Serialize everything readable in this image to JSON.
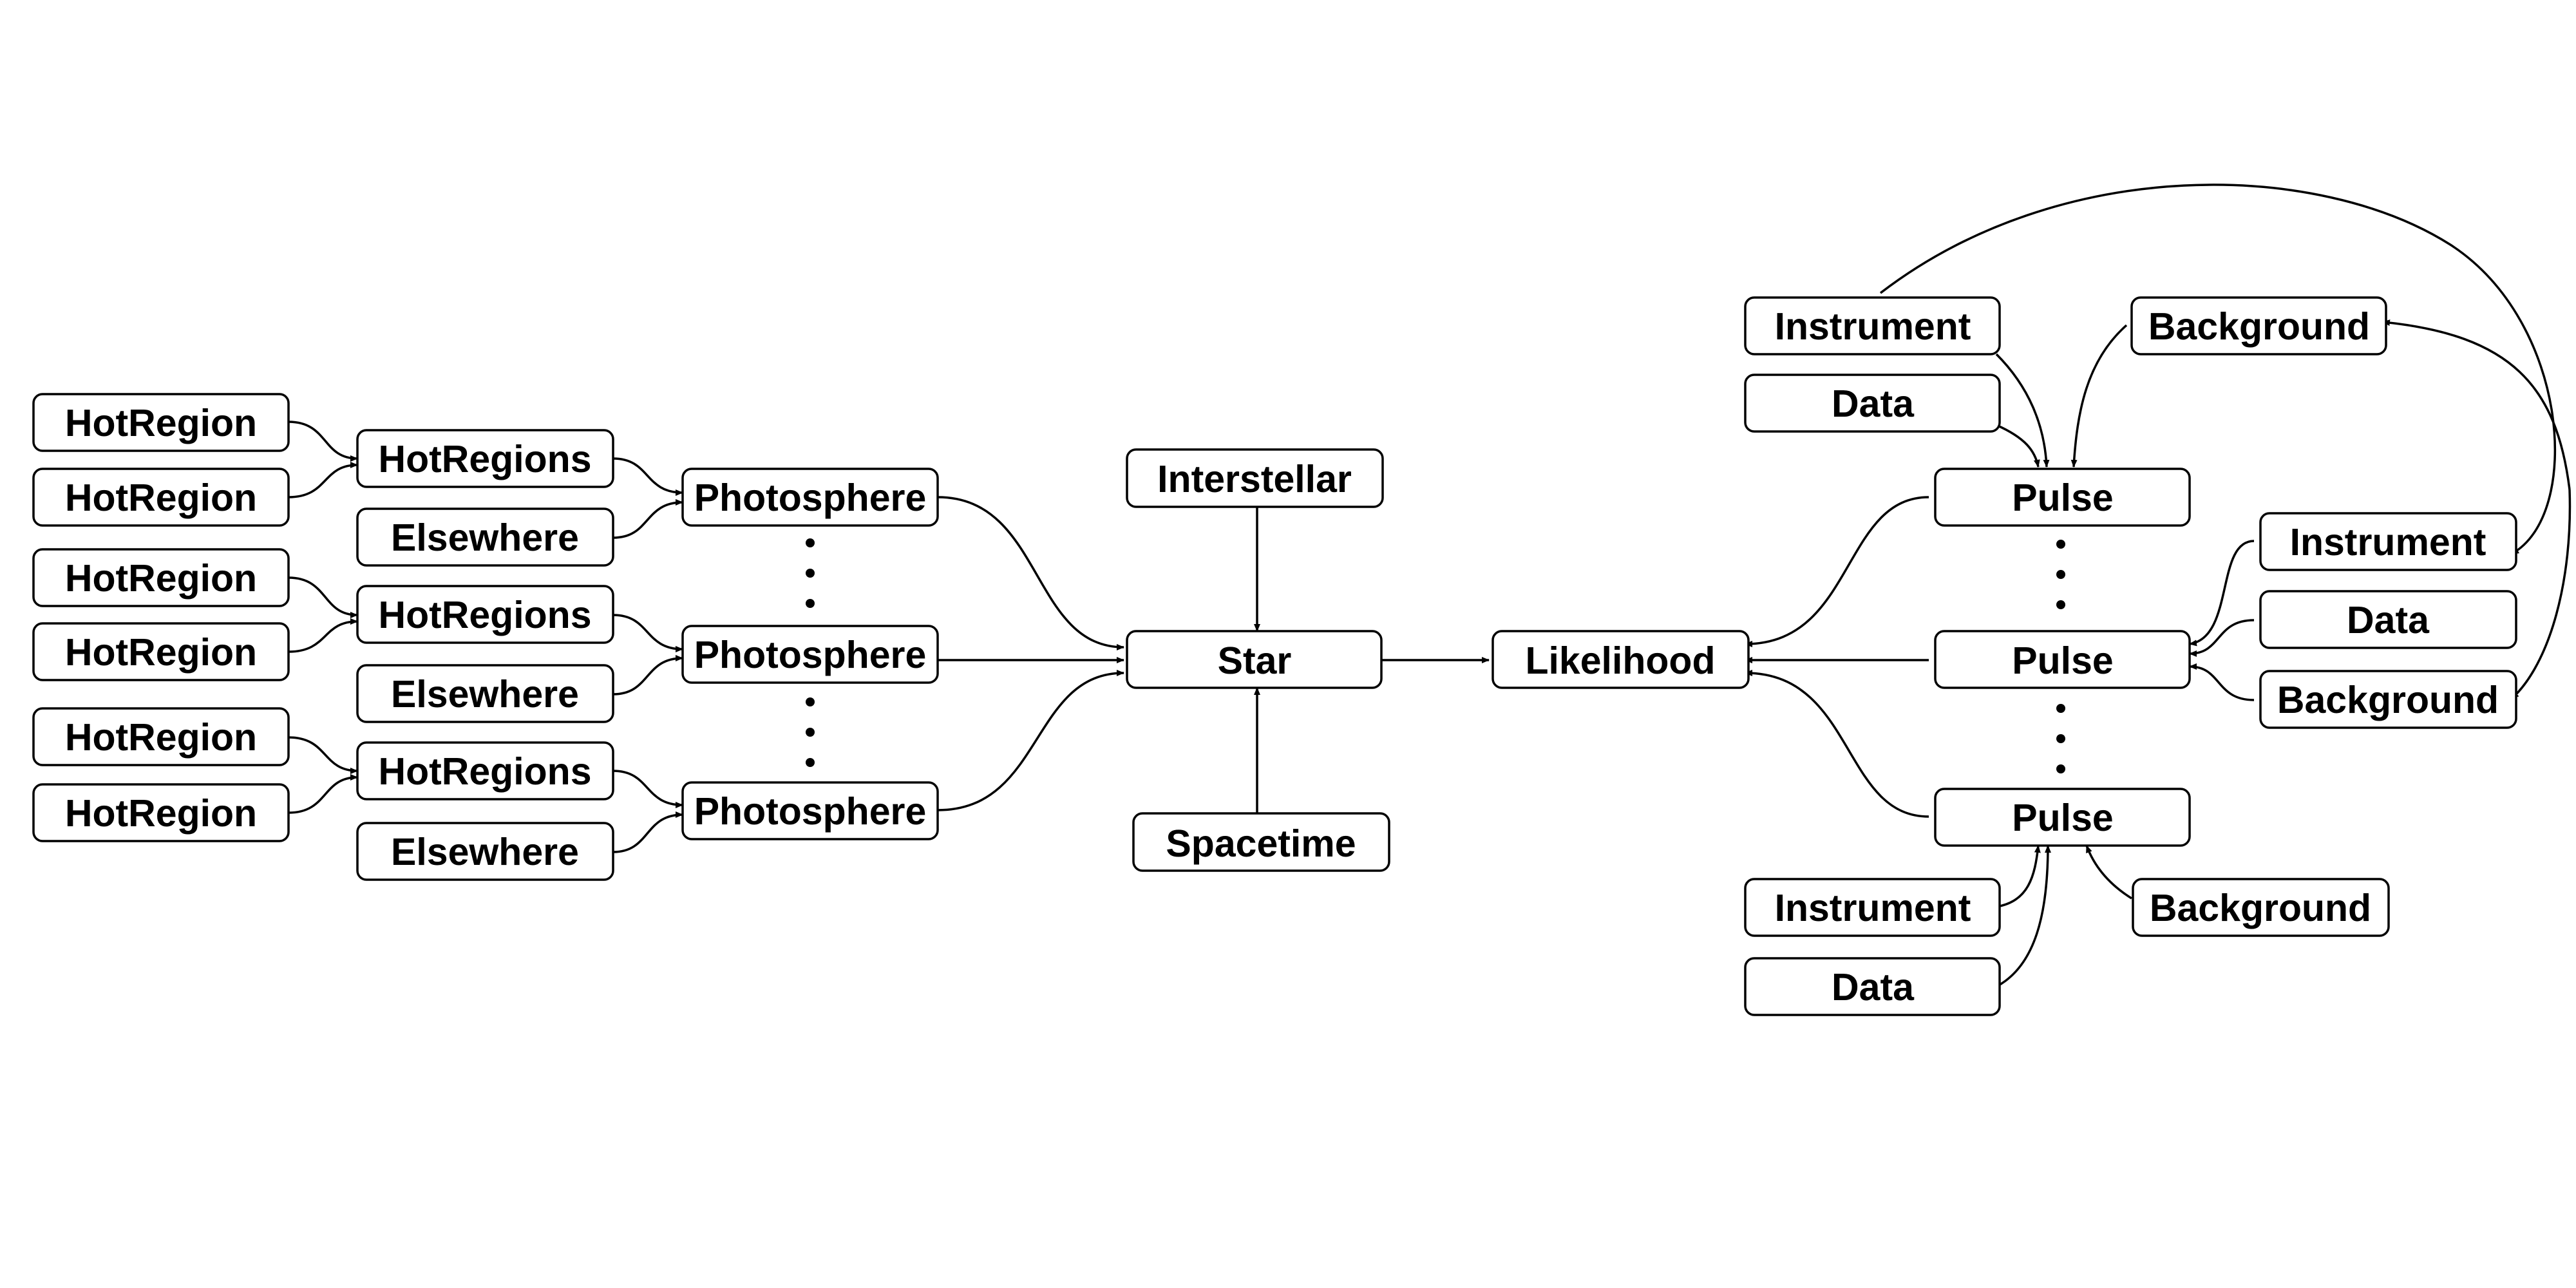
{
  "diagram": {
    "nodes": {
      "hr1": "HotRegion",
      "hr2": "HotRegion",
      "hr3": "HotRegion",
      "hr4": "HotRegion",
      "hr5": "HotRegion",
      "hr6": "HotRegion",
      "hrs1": "HotRegions",
      "hrs2": "HotRegions",
      "hrs3": "HotRegions",
      "else1": "Elsewhere",
      "else2": "Elsewhere",
      "else3": "Elsewhere",
      "ph1": "Photosphere",
      "ph2": "Photosphere",
      "ph3": "Photosphere",
      "interstellar": "Interstellar",
      "star": "Star",
      "spacetime": "Spacetime",
      "likelihood": "Likelihood",
      "pulse1": "Pulse",
      "pulse2": "Pulse",
      "pulse3": "Pulse",
      "instr1": "Instrument",
      "data1": "Data",
      "bg1": "Background",
      "instr2": "Instrument",
      "data2": "Data",
      "bg2": "Background",
      "instr3": "Instrument",
      "data3": "Data",
      "bg3": "Background"
    },
    "edges": [
      [
        "hr1",
        "hrs1"
      ],
      [
        "hr2",
        "hrs1"
      ],
      [
        "hrs1",
        "ph1"
      ],
      [
        "else1",
        "ph1"
      ],
      [
        "hr3",
        "hrs2"
      ],
      [
        "hr4",
        "hrs2"
      ],
      [
        "hrs2",
        "ph2"
      ],
      [
        "else2",
        "ph2"
      ],
      [
        "hr5",
        "hrs3"
      ],
      [
        "hr6",
        "hrs3"
      ],
      [
        "hrs3",
        "ph3"
      ],
      [
        "else3",
        "ph3"
      ],
      [
        "ph1",
        "star"
      ],
      [
        "ph2",
        "star"
      ],
      [
        "ph3",
        "star"
      ],
      [
        "interstellar",
        "star"
      ],
      [
        "spacetime",
        "star"
      ],
      [
        "star",
        "likelihood"
      ],
      [
        "pulse1",
        "likelihood"
      ],
      [
        "pulse2",
        "likelihood"
      ],
      [
        "pulse3",
        "likelihood"
      ],
      [
        "instr1",
        "pulse1"
      ],
      [
        "data1",
        "pulse1"
      ],
      [
        "bg1",
        "pulse1"
      ],
      [
        "instr2",
        "pulse2"
      ],
      [
        "data2",
        "pulse2"
      ],
      [
        "bg2",
        "pulse2"
      ],
      [
        "instr3",
        "pulse3"
      ],
      [
        "data3",
        "pulse3"
      ],
      [
        "bg3",
        "pulse3"
      ],
      [
        "instr1",
        "instr2"
      ],
      [
        "bg1",
        "bg2"
      ]
    ]
  }
}
